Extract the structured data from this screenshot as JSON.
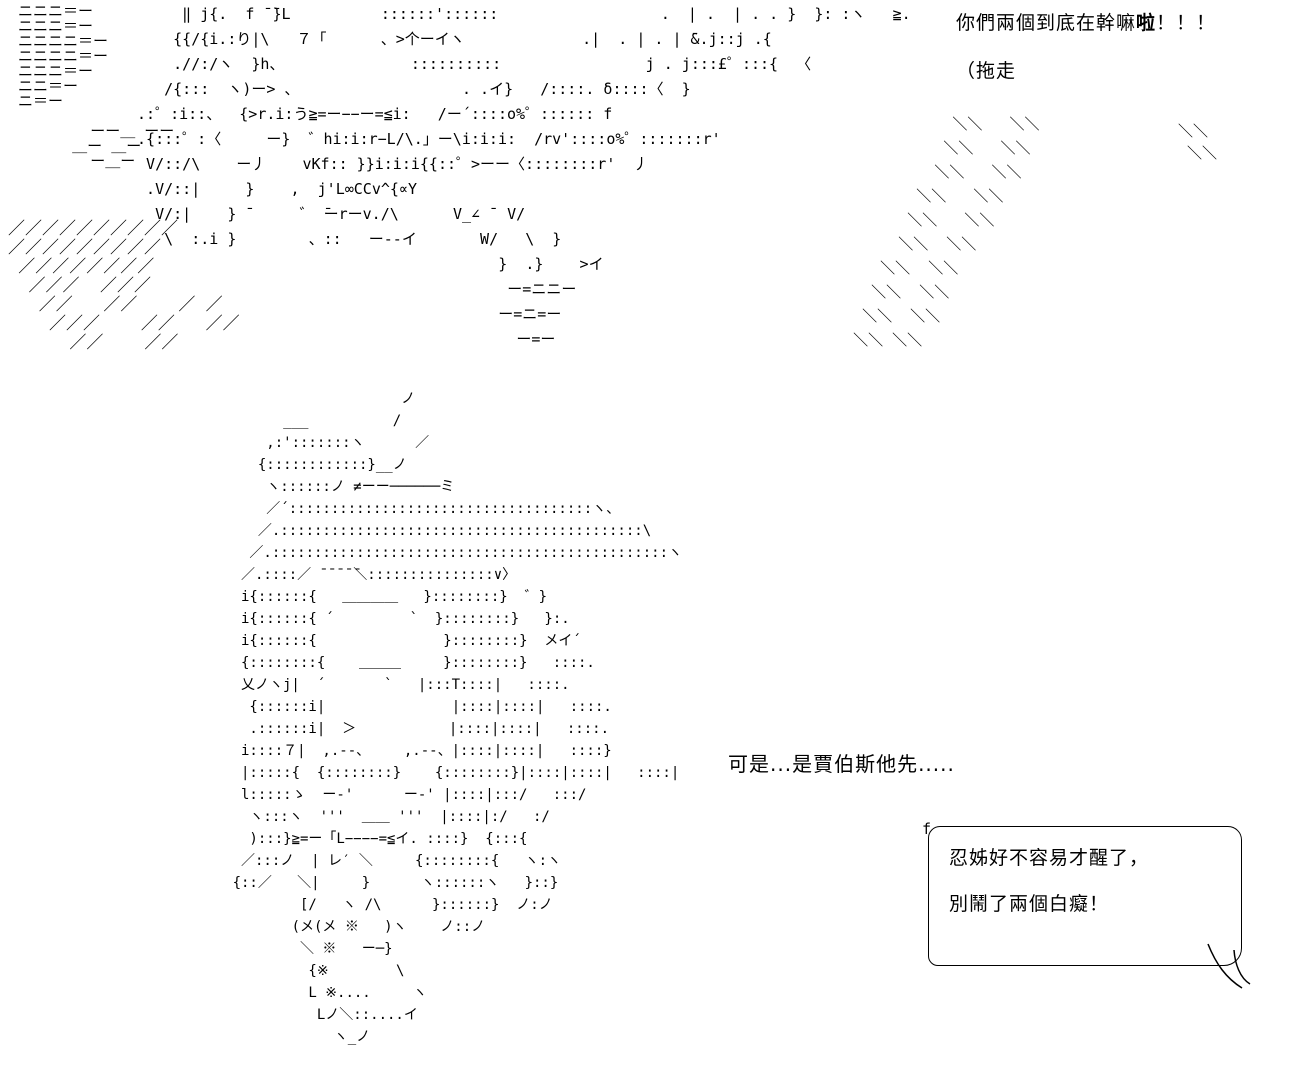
{
  "page": {
    "background_color": "#ffffff",
    "ink_color": "#000000",
    "kind": "ascii-art comic panel"
  },
  "dialogue": {
    "shout_prefix": "你們兩個到底在幹嘛",
    "shout_bold": "啦",
    "shout_suffix": "！！！",
    "drag_away": "（拖走",
    "excuse": "可是...是賈伯斯他先.....",
    "bubble": {
      "line1": "忍姊好不容易才醒了，",
      "line2": "別鬧了兩個白癡！",
      "corner_deco": "f"
    }
  },
  "ascii_art": {
    "speed_lines": [
      "ニニニ＝ー",
      "ニニニ＝ー",
      "ニニニニ＝ー",
      "ニニニニ＝ー",
      "ニニニ＝ー",
      "ニニ＝ー",
      "ニ＝ー",
      "",
      "        ーー＿ ーー",
      "      ＿ー ＿ー",
      "        ー＿ー"
    ],
    "top_scene": [
      "      ‖ j{.  f ̄ ̄}L          ::::::'::::::                  .  | .  | . . }  }: :ヽ   ≧.",
      "     {{/{i.:り|\\   ７「      、>个ーイヽ             .|  . | . | ̄&.j::j .{",
      "     .//:/ヽ  }h、              ::::::::::                j . j:::£゜:::{  〈",
      "    /{:::  ヽ)ー> 、                  . .イ}   /::::. δ::::〈  }",
      " .:゜:i::、  {>r.i:う≧=ー−−ー=≦i:   /ー´::::o%゜:::::: f",
      " .{:::゜:〈     ー}  ゛hi:i:r−L/\\.」ー\\i:i:i:  /rv'::::o%゜:::::::r'",
      "  V/::/\\    ー丿    vKf:: }}i:i:i{{::゜>ーー〈::::::::r'  丿",
      "  .V/::|     }    ,  j'L∞CCv^{∝Y",
      "   V/:|    } ̄      ゛ ̄ーrーv./\\      V_∠ ̄  V/",
      "    \\  :.i }        、::   ー--イ       W/   \\  }",
      "                                         }  .}    >イ",
      "                                          ー=ニニー",
      "                                         ー=ニ=ー",
      "                                           ー=ー"
    ],
    "left_hatch": [
      "／／／／／／／／／／",
      "／／／／／／／／／",
      " ／／／／／／／／",
      "  ／／／  ／／／",
      "   ／／   ／／    ／ ／",
      "    ／／／    ／／   ／／",
      "      ／／    ／／"
    ],
    "right_hatch": [
      "              ＼＼   ＼＼",
      "             ＼＼   ＼＼",
      "            ＼＼   ＼＼",
      "          ＼＼   ＼＼",
      "         ＼＼   ＼＼",
      "        ＼＼  ＼＼",
      "      ＼＼  ＼＼",
      "     ＼＼  ＼＼",
      "    ＼＼  ＼＼",
      "   ＼＼ ＼＼"
    ],
    "corner_marks": [
      "＼＼",
      " ＼＼"
    ],
    "girl": [
      "                          ノ",
      "            ___          /",
      "          ,:':::::::ヽ      ／",
      "         {::::::::::::}__ノ",
      "          ヽ::::::ノ ≠ーー──────ミ",
      "          ／´::::::::::::::::::::::::::::::::::::ヽ、",
      "         ／.:::::::::::::::::::::::::::::::::::::::::::\\",
      "        ／.:::::::::::::::::::::::::::::::::::::::::::::::ヽ",
      "       ／.::::／ ̄ ̄ ̄ ̄ ̄＼:::::::::::::::∨〉",
      "       i{::::::{   ＿＿＿＿   }::::::::}  ゛}",
      "       i{::::::{ ´         `  }::::::::}   }:.",
      "       i{::::::{               }::::::::}  メイ´",
      "       {::::::::{    ＿＿＿     }::::::::}   ::::.",
      "       乂ノヽj|  ´       `   |:::T::::|   ::::.",
      "        {::::::i|               |::::|::::|   ::::.",
      "        .::::::i|  ＞           |::::|::::|   ::::.",
      "       i::::７|  ,.--、    ,.--、|::::|::::|   ::::}",
      "       |:::::{  {::::::::}    {::::::::}|::::|::::|   ::::|",
      "       l:::::ゝ  ー‐'      ー‐' |::::|:::/   :::/",
      "        ヽ:::ヽ  '''  ＿＿ '''  |::::|:/   :/",
      "        ):::}≧=ー「L−−−−=≦イ. ::::}  {:::{",
      "       ／:::ノ  | レ′ ＼     {::::::::{   ヽ:ヽ",
      "      {::／   ＼|     }      ヽ::::::ヽ   }::}",
      "              [/   ヽ /\\      }::::::}  ノ:ノ",
      "             (メ(メ ※   )ヽ    ノ::ノ",
      "              ＼ ※   ー─}",
      "               {※        \\",
      "               L ※....     ヽ",
      "                Lノ＼::....イ",
      "                  ヽ_ノ"
    ]
  }
}
